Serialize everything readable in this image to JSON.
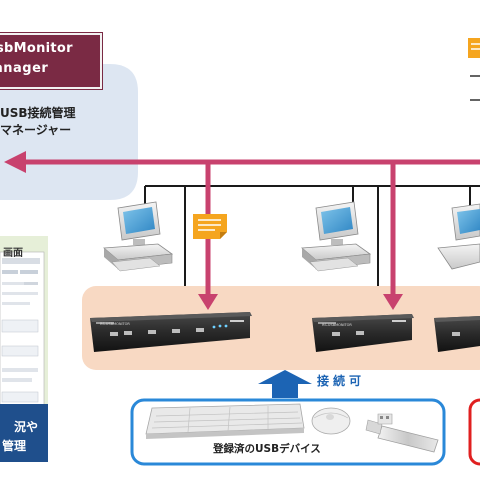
{
  "manager_badge": {
    "line1": "sbMonitor",
    "line2": "anager"
  },
  "manager_desc": {
    "line1": "USB接続管理",
    "line2": "マネージャー"
  },
  "screen_caption": "画面",
  "side_panel": {
    "line1": "況や",
    "line2": "管理"
  },
  "connect_label": "接続可",
  "usb_devices_label": "登録済のUSBデバイス",
  "device_model_text": "RS-USBMONITOR",
  "colors": {
    "accent": "#c8426e",
    "badge": "#7a2a44",
    "cloud": "#dde6f2",
    "zone": "#f8d9c3",
    "blue": "#1c64b4",
    "memo": "#f5a51f"
  },
  "icons": [
    "computer-icon",
    "usb-hub-device-icon",
    "memo-icon",
    "keyboard-icon",
    "mouse-icon",
    "usb-memory-icon"
  ]
}
